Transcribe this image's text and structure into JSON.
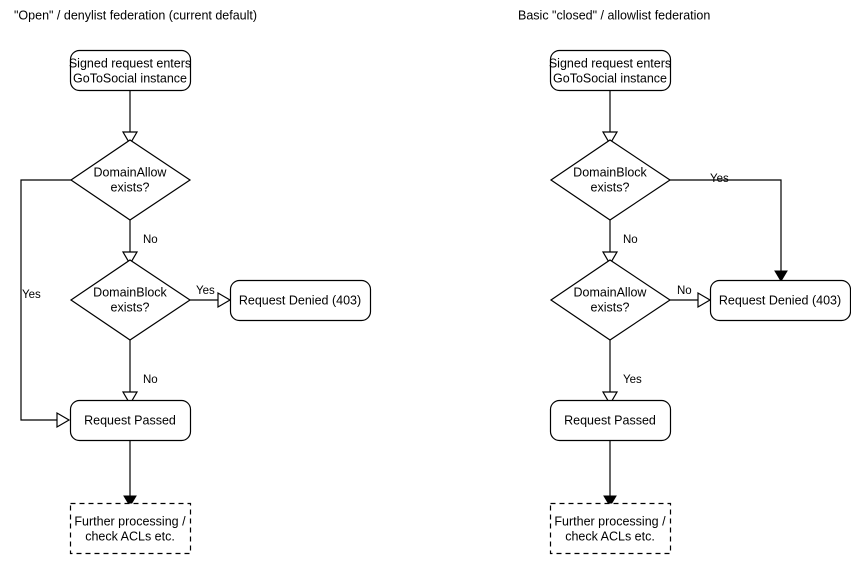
{
  "diagram": {
    "type": "flowchart",
    "background_color": "#ffffff",
    "stroke_color": "#000000",
    "text_color": "#000000"
  },
  "panels": [
    {
      "id": "open-denylist",
      "title": "\"Open\" / denylist federation (current default)",
      "nodes": {
        "entry": {
          "label_line1": "Signed request enters",
          "label_line2": "GoToSocial instance",
          "shape": "rounded-rect"
        },
        "decision1": {
          "label_line1": "DomainAllow",
          "label_line2": "exists?",
          "shape": "diamond"
        },
        "decision2": {
          "label_line1": "DomainBlock",
          "label_line2": "exists?",
          "shape": "diamond"
        },
        "denied": {
          "label": "Request Denied (403)",
          "shape": "rounded-rect"
        },
        "passed": {
          "label": "Request Passed",
          "shape": "rounded-rect"
        },
        "further": {
          "label_line1": "Further processing /",
          "label_line2": "check ACLs etc.",
          "shape": "dashed-rect"
        }
      },
      "edge_labels": {
        "allow_yes": "Yes",
        "allow_no": "No",
        "block_yes": "Yes",
        "block_no": "No"
      }
    },
    {
      "id": "closed-allowlist",
      "title": "Basic \"closed\" / allowlist federation",
      "nodes": {
        "entry": {
          "label_line1": "Signed request enters",
          "label_line2": "GoToSocial instance",
          "shape": "rounded-rect"
        },
        "decision1": {
          "label_line1": "DomainBlock",
          "label_line2": "exists?",
          "shape": "diamond"
        },
        "decision2": {
          "label_line1": "DomainAllow",
          "label_line2": "exists?",
          "shape": "diamond"
        },
        "denied": {
          "label": "Request Denied (403)",
          "shape": "rounded-rect"
        },
        "passed": {
          "label": "Request Passed",
          "shape": "rounded-rect"
        },
        "further": {
          "label_line1": "Further processing /",
          "label_line2": "check ACLs etc.",
          "shape": "dashed-rect"
        }
      },
      "edge_labels": {
        "block_yes": "Yes",
        "block_no": "No",
        "allow_no": "No",
        "allow_yes": "Yes"
      }
    }
  ]
}
